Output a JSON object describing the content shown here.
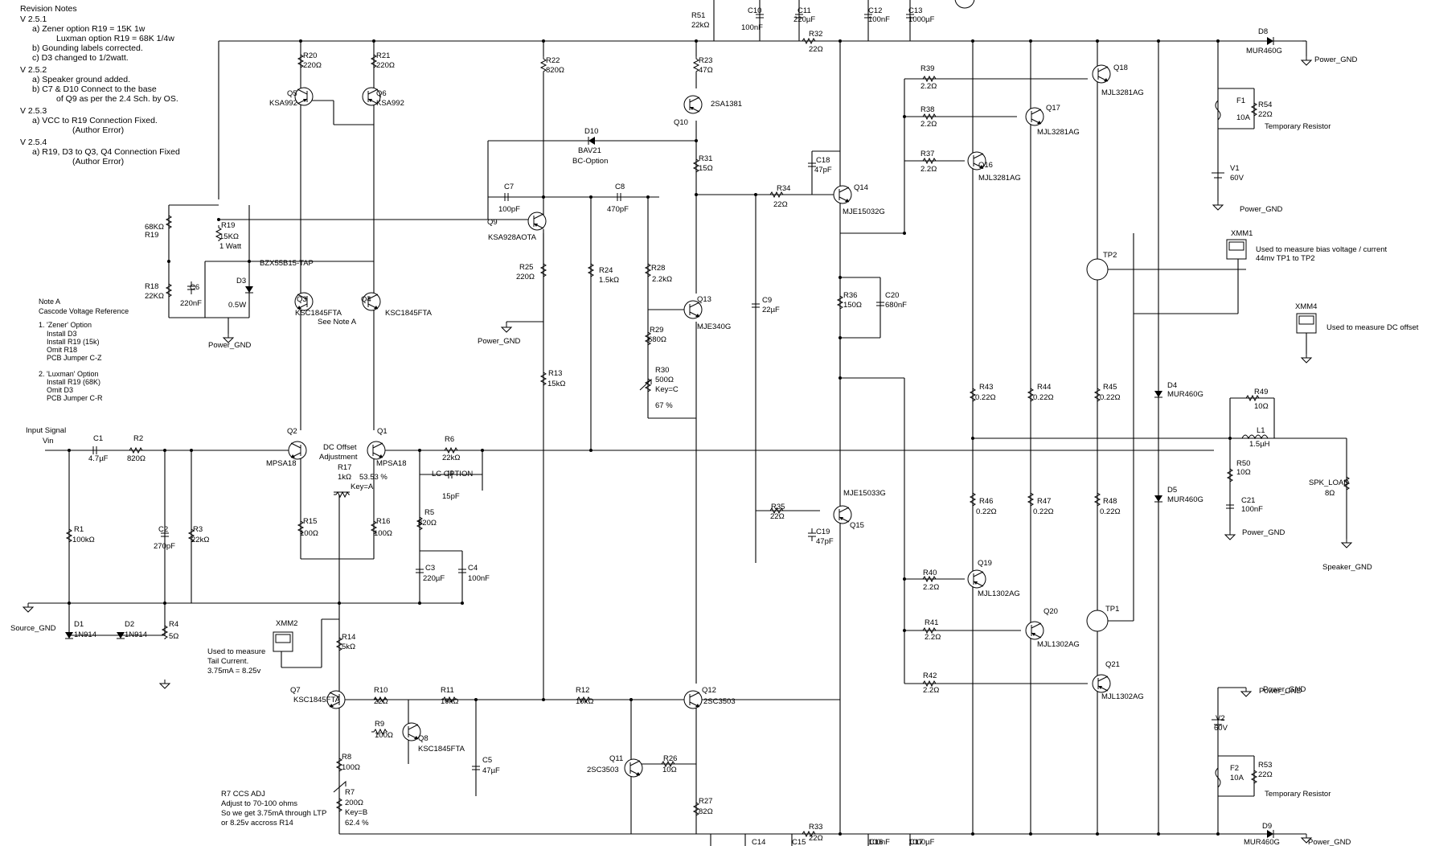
{
  "revision_notes": [
    "Revision Notes",
    "V 2.5.1",
    "a)  Zener option R19 = 15K 1w",
    "Luxman option R19 = 68K 1/4w",
    "b)  Gounding labels corrected.",
    "c)  D3 changed to 1/2watt.",
    "V 2.5.2",
    "a)  Speaker ground added.",
    "b)  C7 & D10 Connect to the base",
    "of Q9 as per the 2.4 Sch. by OS.",
    "V 2.5.3",
    "a)  VCC to R19 Connection Fixed.",
    "(Author Error)",
    "V 2.5.4",
    "a)  R19, D3 to Q3, Q4 Connection Fixed",
    "(Author Error)"
  ],
  "note_a": [
    "Note A",
    "Cascode Voltage Reference",
    "1. 'Zener' Option",
    "Install D3",
    "Install R19 (15k)",
    "Omit R18",
    "PCB Jumper C-Z",
    "2. 'Luxman' Option",
    "Install R19 (68K)",
    "Omit D3",
    "PCB Jumper C-R"
  ],
  "labels": [
    {
      "t": "R51"
    },
    {
      "t": "22kΩ"
    },
    {
      "t": "C10"
    },
    {
      "t": "100nF"
    },
    {
      "t": "C11"
    },
    {
      "t": "220µF"
    },
    {
      "t": "C12"
    },
    {
      "t": "100nF"
    },
    {
      "t": "C13"
    },
    {
      "t": "1000µF"
    },
    {
      "t": "R32"
    },
    {
      "t": "22Ω"
    },
    {
      "t": "D8"
    },
    {
      "t": "MUR460G"
    },
    {
      "t": "Power_GND"
    },
    {
      "t": "R20"
    },
    {
      "t": "220Ω"
    },
    {
      "t": "R21"
    },
    {
      "t": "220Ω"
    },
    {
      "t": "Q5"
    },
    {
      "t": "KSA992"
    },
    {
      "t": "Q6"
    },
    {
      "t": "KSA992"
    },
    {
      "t": "R22"
    },
    {
      "t": "820Ω"
    },
    {
      "t": "R23"
    },
    {
      "t": "47Ω"
    },
    {
      "t": "2SA1381"
    },
    {
      "t": "Q10"
    },
    {
      "t": "R39"
    },
    {
      "t": "2.2Ω"
    },
    {
      "t": "Q18"
    },
    {
      "t": "MJL3281AG"
    },
    {
      "t": "F1"
    },
    {
      "t": "10A"
    },
    {
      "t": "R54"
    },
    {
      "t": "22Ω"
    },
    {
      "t": "Temporary Resistor"
    },
    {
      "t": "R38"
    },
    {
      "t": "2.2Ω"
    },
    {
      "t": "Q17"
    },
    {
      "t": "MJL3281AG"
    },
    {
      "t": "D10"
    },
    {
      "t": "BAV21"
    },
    {
      "t": "BC-Option"
    },
    {
      "t": "R31"
    },
    {
      "t": "15Ω"
    },
    {
      "t": "C18"
    },
    {
      "t": "47pF"
    },
    {
      "t": "R37"
    },
    {
      "t": "2.2Ω"
    },
    {
      "t": "Q16"
    },
    {
      "t": "MJL3281AG"
    },
    {
      "t": "V1"
    },
    {
      "t": "60V"
    },
    {
      "t": "C7"
    },
    {
      "t": "100pF"
    },
    {
      "t": "C8"
    },
    {
      "t": "470pF"
    },
    {
      "t": "R34"
    },
    {
      "t": "22Ω"
    },
    {
      "t": "Q14"
    },
    {
      "t": "MJE15032G"
    },
    {
      "t": "Power_GND"
    },
    {
      "t": "68KΩ"
    },
    {
      "t": "R19"
    },
    {
      "t": "R19"
    },
    {
      "t": "15KΩ"
    },
    {
      "t": "1 Watt"
    },
    {
      "t": "Q9"
    },
    {
      "t": "KSA928AOTA"
    },
    {
      "t": "XMM1"
    },
    {
      "t": "Used to measure bias voltage / current"
    },
    {
      "t": "44mv TP1 to TP2"
    },
    {
      "t": "TP2"
    },
    {
      "t": "R18"
    },
    {
      "t": "22KΩ"
    },
    {
      "t": "C6"
    },
    {
      "t": "220nF"
    },
    {
      "t": "D3"
    },
    {
      "t": "0.5W"
    },
    {
      "t": "BZX55B15-TAP"
    },
    {
      "t": "R25"
    },
    {
      "t": "220Ω"
    },
    {
      "t": "R24"
    },
    {
      "t": "1.5kΩ"
    },
    {
      "t": "R28"
    },
    {
      "t": "2.2kΩ"
    },
    {
      "t": "Q3"
    },
    {
      "t": "Q4"
    },
    {
      "t": "KSC1845FTA"
    },
    {
      "t": "KSC1845FTA"
    },
    {
      "t": "See Note A"
    },
    {
      "t": "Q13"
    },
    {
      "t": "MJE340G"
    },
    {
      "t": "C9"
    },
    {
      "t": "22µF"
    },
    {
      "t": "R36"
    },
    {
      "t": "150Ω"
    },
    {
      "t": "C20"
    },
    {
      "t": "680nF"
    },
    {
      "t": "XMM4"
    },
    {
      "t": "Used to measure DC offset"
    },
    {
      "t": "Power_GND"
    },
    {
      "t": "Power_GND"
    },
    {
      "t": "R29"
    },
    {
      "t": "680Ω"
    },
    {
      "t": "R30"
    },
    {
      "t": "500Ω"
    },
    {
      "t": "Key=C"
    },
    {
      "t": "67 %"
    },
    {
      "t": "R13"
    },
    {
      "t": "15kΩ"
    },
    {
      "t": "R43"
    },
    {
      "t": "0.22Ω"
    },
    {
      "t": "R44"
    },
    {
      "t": "0.22Ω"
    },
    {
      "t": "R45"
    },
    {
      "t": "0.22Ω"
    },
    {
      "t": "D4"
    },
    {
      "t": "MUR460G"
    },
    {
      "t": "R49"
    },
    {
      "t": "10Ω"
    },
    {
      "t": "Input Signal"
    },
    {
      "t": "Vin"
    },
    {
      "t": "C1"
    },
    {
      "t": "4.7µF"
    },
    {
      "t": "R2"
    },
    {
      "t": "820Ω"
    },
    {
      "t": "Q2"
    },
    {
      "t": "MPSA18"
    },
    {
      "t": "DC Offset"
    },
    {
      "t": "Adjustment"
    },
    {
      "t": "Q1"
    },
    {
      "t": "MPSA18"
    },
    {
      "t": "R17"
    },
    {
      "t": "1kΩ"
    },
    {
      "t": "53.53 %"
    },
    {
      "t": "Key=A"
    },
    {
      "t": "R6"
    },
    {
      "t": "22kΩ"
    },
    {
      "t": "LC OPTION"
    },
    {
      "t": "15pF"
    },
    {
      "t": "L1"
    },
    {
      "t": "1.5µH"
    },
    {
      "t": "R50"
    },
    {
      "t": "10Ω"
    },
    {
      "t": "SPK_LOAD"
    },
    {
      "t": "8Ω"
    },
    {
      "t": "C21"
    },
    {
      "t": "100nF"
    },
    {
      "t": "Power_GND"
    },
    {
      "t": "MJE15033G"
    },
    {
      "t": "R35"
    },
    {
      "t": "22Ω"
    },
    {
      "t": "Q15"
    },
    {
      "t": "C19"
    },
    {
      "t": "47pF"
    },
    {
      "t": "R46"
    },
    {
      "t": "0.22Ω"
    },
    {
      "t": "R47"
    },
    {
      "t": "0.22Ω"
    },
    {
      "t": "R48"
    },
    {
      "t": "0.22Ω"
    },
    {
      "t": "D5"
    },
    {
      "t": "MUR460G"
    },
    {
      "t": "R1"
    },
    {
      "t": "100kΩ"
    },
    {
      "t": "C2"
    },
    {
      "t": "270pF"
    },
    {
      "t": "R3"
    },
    {
      "t": "22kΩ"
    },
    {
      "t": "R15"
    },
    {
      "t": "100Ω"
    },
    {
      "t": "R16"
    },
    {
      "t": "100Ω"
    },
    {
      "t": "R5"
    },
    {
      "t": "820Ω"
    },
    {
      "t": "C3"
    },
    {
      "t": "220µF"
    },
    {
      "t": "C4"
    },
    {
      "t": "100nF"
    },
    {
      "t": "Speaker_GND"
    },
    {
      "t": "R40"
    },
    {
      "t": "2.2Ω"
    },
    {
      "t": "Q19"
    },
    {
      "t": "MJL1302AG"
    },
    {
      "t": "Source_GND"
    },
    {
      "t": "D1"
    },
    {
      "t": "1N914"
    },
    {
      "t": "D2"
    },
    {
      "t": "1N914"
    },
    {
      "t": "R4"
    },
    {
      "t": "5Ω"
    },
    {
      "t": "XMM2"
    },
    {
      "t": "R14"
    },
    {
      "t": "5kΩ"
    },
    {
      "t": "R41"
    },
    {
      "t": "2.2Ω"
    },
    {
      "t": "Q20"
    },
    {
      "t": "MJL1302AG"
    },
    {
      "t": "TP1"
    },
    {
      "t": "Used to measure"
    },
    {
      "t": "Tail Current."
    },
    {
      "t": "3.75mA = 8.25v"
    },
    {
      "t": "Power_GND"
    },
    {
      "t": "R42"
    },
    {
      "t": "2.2Ω"
    },
    {
      "t": "Q21"
    },
    {
      "t": "MJL1302AG"
    },
    {
      "t": "Power_GND"
    },
    {
      "t": "Q7"
    },
    {
      "t": "KSC1845FTA"
    },
    {
      "t": "R10"
    },
    {
      "t": "22Ω"
    },
    {
      "t": "R11"
    },
    {
      "t": "10kΩ"
    },
    {
      "t": "R12"
    },
    {
      "t": "10kΩ"
    },
    {
      "t": "Q12"
    },
    {
      "t": "2SC3503"
    },
    {
      "t": "V2"
    },
    {
      "t": "60V"
    },
    {
      "t": "R9"
    },
    {
      "t": "100Ω"
    },
    {
      "t": "Q8"
    },
    {
      "t": "KSC1845FTA"
    },
    {
      "t": "C5"
    },
    {
      "t": "47µF"
    },
    {
      "t": "R8"
    },
    {
      "t": "100Ω"
    },
    {
      "t": "Q11"
    },
    {
      "t": "2SC3503"
    },
    {
      "t": "R26"
    },
    {
      "t": "10Ω"
    },
    {
      "t": "F2"
    },
    {
      "t": "10A"
    },
    {
      "t": "R53"
    },
    {
      "t": "22Ω"
    },
    {
      "t": "Temporary Resistor"
    },
    {
      "t": "R7 CCS ADJ"
    },
    {
      "t": "Adjust to 70-100 ohms"
    },
    {
      "t": "So we get 3.75mA through LTP"
    },
    {
      "t": "or 8.25v accross R14"
    },
    {
      "t": "R7"
    },
    {
      "t": "200Ω"
    },
    {
      "t": "Key=B"
    },
    {
      "t": "62.4 %"
    },
    {
      "t": "R27"
    },
    {
      "t": "82Ω"
    },
    {
      "t": "R33"
    },
    {
      "t": "22Ω"
    },
    {
      "t": "D9"
    },
    {
      "t": "MUR460G"
    },
    {
      "t": "Power_GND"
    },
    {
      "t": "C14"
    },
    {
      "t": "C15"
    },
    {
      "t": "C16"
    },
    {
      "t": "C17"
    },
    {
      "t": "100nF"
    },
    {
      "t": "1000µF"
    }
  ]
}
